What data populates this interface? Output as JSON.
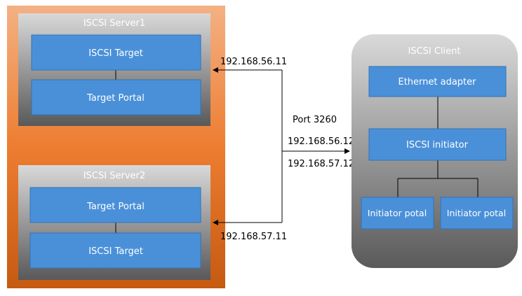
{
  "colors": {
    "orange_top": "#f4b183",
    "orange_bottom": "#c55a11",
    "gray_top": "#d9d9d9",
    "gray_bottom": "#595959",
    "blue_box": "#4a90d9",
    "blue_border": "#2e75b6",
    "box_text": "#ffffff",
    "line": "#000000"
  },
  "servers": [
    {
      "title": "ISCSI Server1",
      "boxes": [
        "ISCSI Target",
        "Target Portal"
      ]
    },
    {
      "title": "ISCSI Server2",
      "boxes": [
        "Target Portal",
        "ISCSI Target"
      ]
    }
  ],
  "client": {
    "title": "ISCSI Client",
    "ethernet": "Ethernet adapter",
    "initiator": "ISCSI initiator",
    "portals": [
      "Initiator potal",
      "Initiator potal"
    ]
  },
  "network": {
    "server1_ip": "192.168.56.11",
    "server2_ip": "192.168.57.11",
    "port": "Port 3260",
    "client_ip1": "192.168.56.12",
    "client_ip2": "192.168.57.12"
  }
}
